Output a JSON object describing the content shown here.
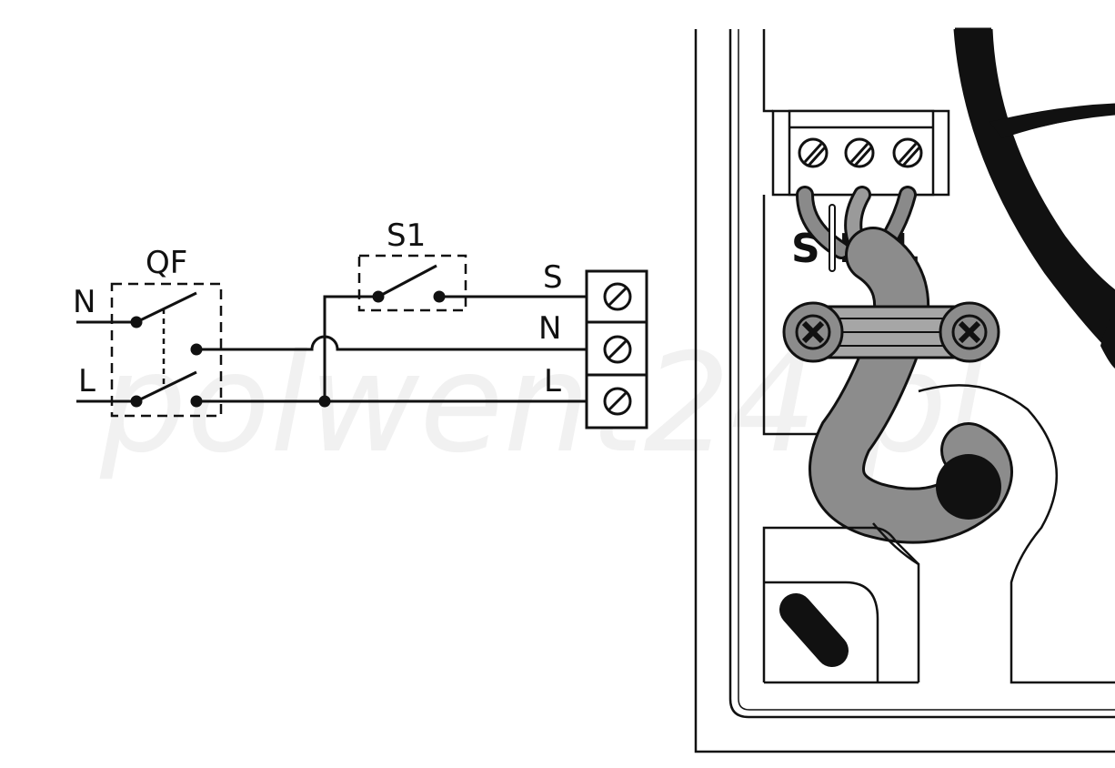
{
  "schematic": {
    "breaker_label": "QF",
    "switch_label": "S1",
    "input_labels": {
      "neutral": "N",
      "live": "L"
    },
    "terminal_labels": [
      "S",
      "N",
      "L"
    ]
  },
  "device": {
    "terminal_labels": [
      "S",
      "N",
      "L"
    ]
  },
  "watermark": "polwent24.pl"
}
